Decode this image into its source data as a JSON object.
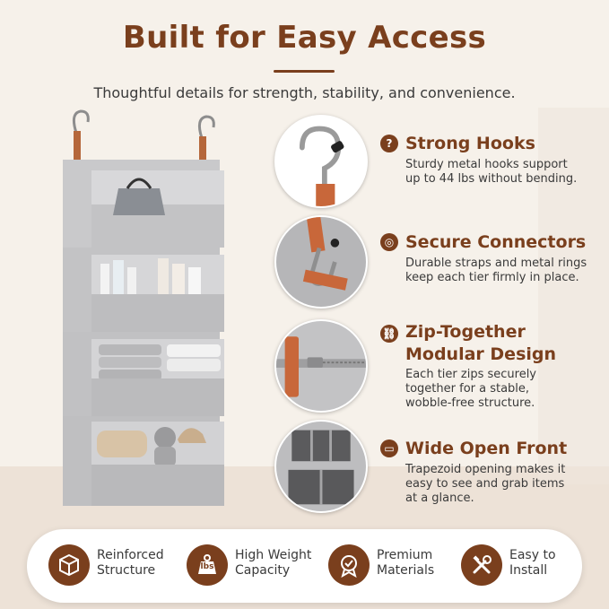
{
  "header": {
    "title": "Built for Easy Access",
    "subtitle": "Thoughtful details for strength, stability, and convenience."
  },
  "colors": {
    "accent": "#7a3f1d",
    "text": "#3a3a3a",
    "background": "#f5efe8"
  },
  "features": [
    {
      "icon": "question-icon",
      "title_line1": "Strong Hooks",
      "title_line2": "",
      "desc_line1": "Sturdy metal hooks support",
      "desc_line2": "up to 44 lbs without bending.",
      "desc_line3": ""
    },
    {
      "icon": "ring-icon",
      "title_line1": "Secure Connectors",
      "title_line2": "",
      "desc_line1": "Durable straps and metal rings",
      "desc_line2": "keep each tier firmly in place.",
      "desc_line3": ""
    },
    {
      "icon": "link-icon",
      "title_line1": "Zip-Together",
      "title_line2": "Modular Design",
      "desc_line1": "Each tier zips securely",
      "desc_line2": "together for a stable,",
      "desc_line3": "wobble-free structure."
    },
    {
      "icon": "box-icon",
      "title_line1": "Wide Open Front",
      "title_line2": "",
      "desc_line1": "Trapezoid opening makes it",
      "desc_line2": "easy to see and grab items",
      "desc_line3": "at a glance."
    }
  ],
  "badges": [
    {
      "icon": "cube-frame-icon",
      "line1": "Reinforced",
      "line2": "Structure"
    },
    {
      "icon": "weight-icon",
      "icon_text": "lbs",
      "line1": "High Weight",
      "line2": "Capacity"
    },
    {
      "icon": "award-ribbon-icon",
      "line1": "Premium",
      "line2": "Materials"
    },
    {
      "icon": "tools-icon",
      "line1": "Easy to",
      "line2": "Install"
    }
  ]
}
